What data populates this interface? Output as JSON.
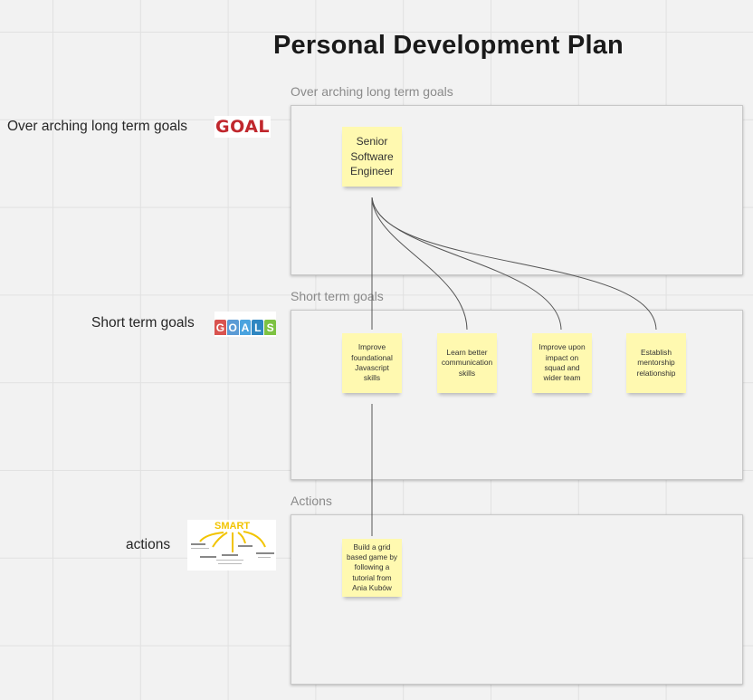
{
  "board": {
    "title": "Personal Development Plan"
  },
  "frames": [
    {
      "label": "Over arching long term goals"
    },
    {
      "label": "Short term goals"
    },
    {
      "label": "Actions"
    }
  ],
  "rows": [
    {
      "label": "Over arching long term goals",
      "image_icon": "goal-target-image",
      "image_text": "GOAL"
    },
    {
      "label": "Short term goals",
      "image_icon": "goals-tags-image",
      "image_text": "GOALS"
    },
    {
      "label": "actions",
      "image_icon": "smart-goals-diagram-image",
      "image_text": "SMART"
    }
  ],
  "stickies": {
    "long_term": "Senior Software Engineer",
    "short_term": [
      "Improve foundational Javascript skills",
      "Learn better communication skills",
      "Improve upon impact on squad and wider team",
      "Establish mentorship relationship"
    ],
    "actions": [
      "Build a grid based game by following a tutorial from Ania Kubów"
    ]
  },
  "colors": {
    "sticky": "#fff9b0",
    "canvas": "#f2f2f2",
    "grid": "#e1e1e1",
    "goal_red": "#c0272d",
    "smart_yellow": "#f2c400"
  }
}
